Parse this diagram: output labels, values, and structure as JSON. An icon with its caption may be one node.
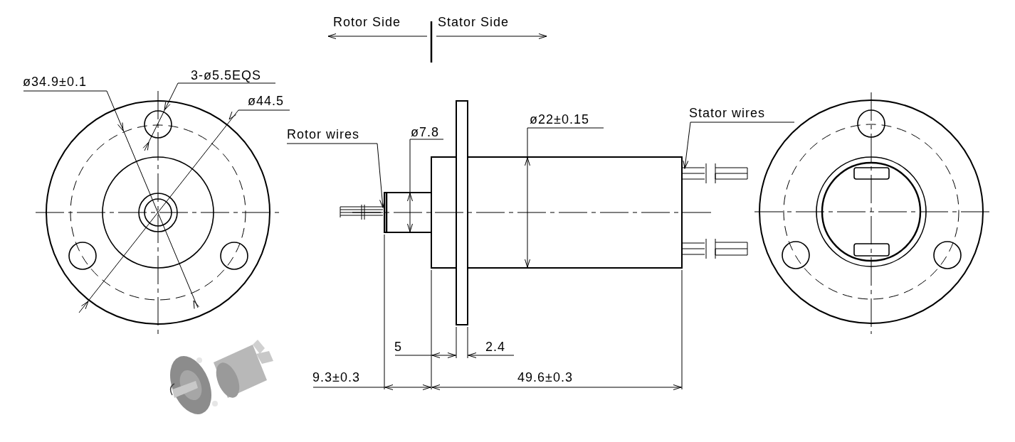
{
  "diagram": {
    "nodes": [
      {
        "text": [
          "Rotor wires"
        ]
      },
      {
        "text": [
          "Stator wires"
        ]
      }
    ],
    "edges": [
      {
        "from": 0,
        "to": null,
        "arrow": "to"
      },
      {
        "from": 1,
        "to": null,
        "arrow": "to"
      }
    ],
    "labels": [
      "Rotor Side",
      "Stator Side",
      "ø34.9±0.1",
      "3-ø5.5EQS",
      "ø44.5",
      "ø7.8",
      "ø22±0.15",
      "5",
      "2.4",
      "9.3±0.3",
      "49.6±0.3"
    ]
  }
}
